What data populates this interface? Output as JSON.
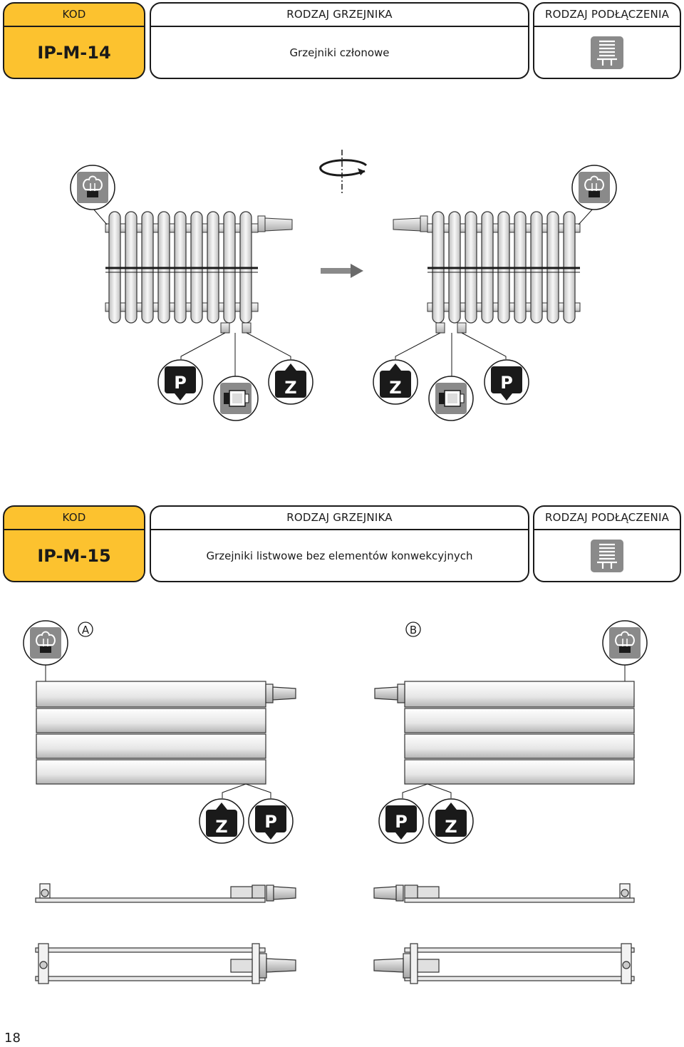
{
  "sections": [
    {
      "kod_label": "KOD",
      "kod_value": "IP-M-14",
      "type_label": "RODZAJ GRZEJNIKA",
      "type_value": "Grzejniki członowe",
      "conn_label": "RODZAJ PODŁĄCZENIA",
      "conn_icon": "radiator-connection-icon"
    },
    {
      "kod_label": "KOD",
      "kod_value": "IP-M-15",
      "type_label": "RODZAJ GRZEJNIKA",
      "type_value": "Grzejniki listwowe bez elementów konwekcyjnych",
      "conn_label": "RODZAJ PODŁĄCZENIA",
      "conn_icon": "radiator-connection-icon"
    }
  ],
  "figure1": {
    "supply_letter": "Z",
    "return_letter": "P"
  },
  "figure2": {
    "variant_a": "A",
    "variant_b": "B",
    "supply_letter": "Z",
    "return_letter": "P"
  },
  "colors": {
    "accent": "#fcc22f",
    "icon_gray": "#8a8a8a"
  },
  "page_number": "18"
}
